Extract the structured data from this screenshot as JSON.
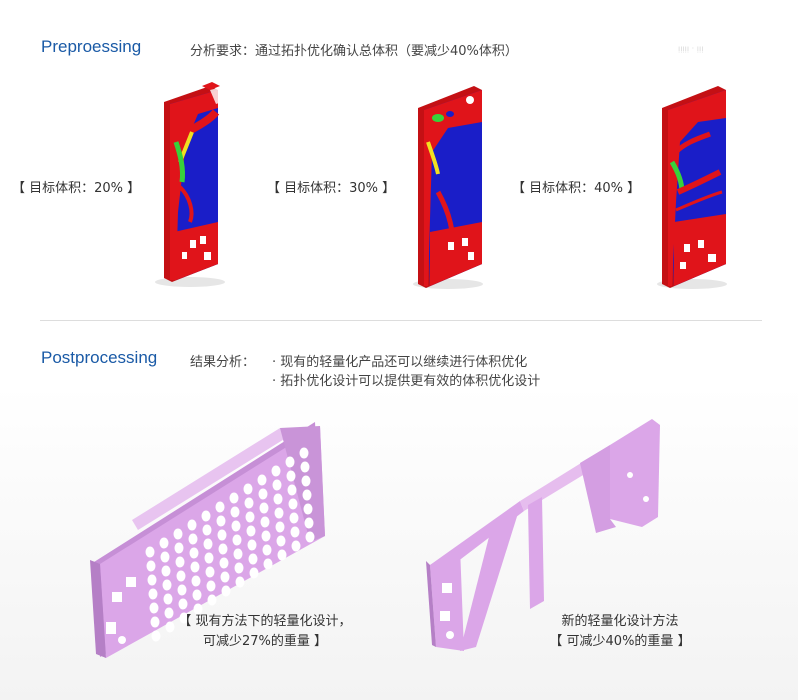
{
  "preprocessing": {
    "title": "Preproessing",
    "requirement": "分析要求：通过拓扑优化确认总体积（要减少40%体积）",
    "targets": [
      "【 目标体积：20% 】",
      "【 目标体积：30% 】",
      "【 目标体积：40% 】"
    ],
    "watermark": "ᴉᴉᴉᴉᴉ · ᴉᴉᴉ"
  },
  "postprocessing": {
    "title": "Postprocessing",
    "result_label": "结果分析：",
    "bullets": [
      "· 现有的轻量化产品还可以继续进行体积优化",
      "· 拓扑优化设计可以提供更有效的体积优化设计"
    ],
    "caption_left": [
      "【 现有方法下的轻量化设计，",
      "可减少27%的重量 】"
    ],
    "caption_right": [
      "新的轻量化设计方法",
      "【 可减少40%的重量 】"
    ]
  },
  "colors": {
    "accent": "#1a5aa6",
    "topology_red": "#e0141a",
    "topology_blue": "#1a1ec8",
    "part_pink": "#dba6e8"
  }
}
